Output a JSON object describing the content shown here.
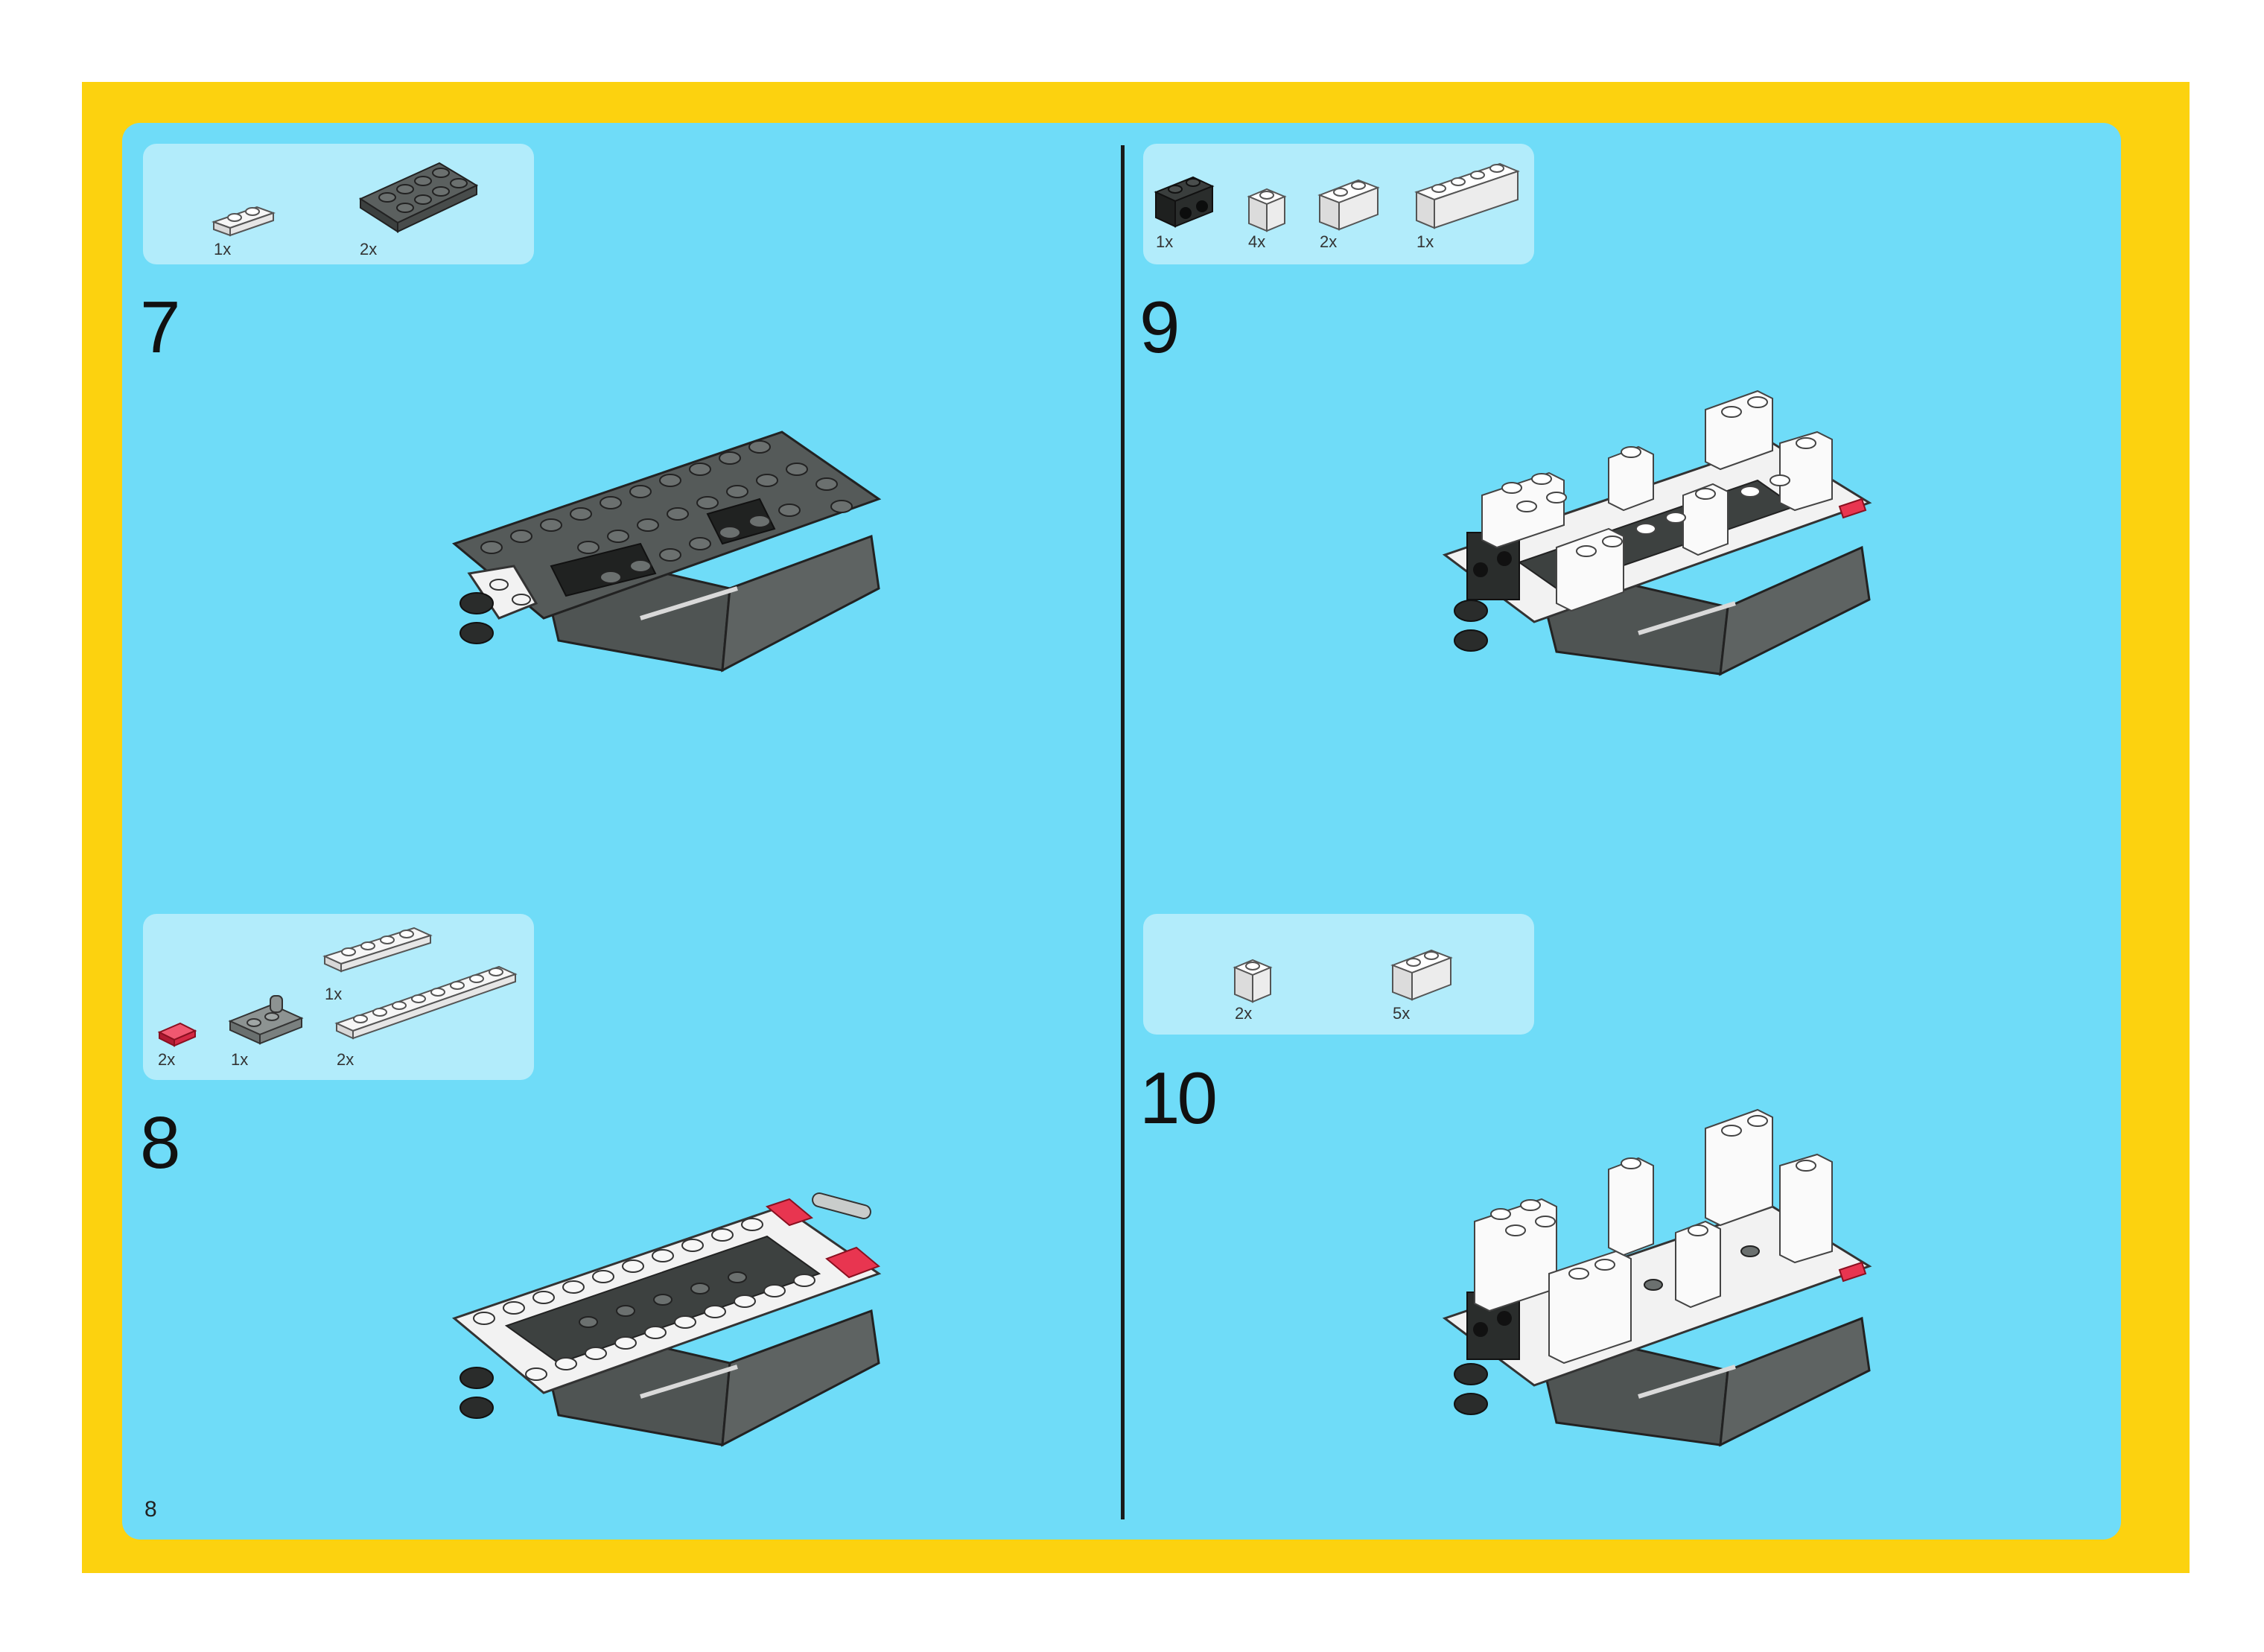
{
  "page_number": "8",
  "steps": [
    {
      "number": "7",
      "parts": [
        {
          "qty": "1x",
          "icon": "white-plate-1x2-icon"
        },
        {
          "qty": "2x",
          "icon": "dark-grey-plate-2x4-icon"
        }
      ]
    },
    {
      "number": "8",
      "parts": [
        {
          "qty": "1x",
          "icon": "white-plate-1x4-icon"
        },
        {
          "qty": "2x",
          "icon": "red-tile-1x1-icon"
        },
        {
          "qty": "1x",
          "icon": "grey-plate-clip-icon"
        },
        {
          "qty": "2x",
          "icon": "white-plate-1x8-icon"
        }
      ]
    },
    {
      "number": "9",
      "parts": [
        {
          "qty": "1x",
          "icon": "black-technic-brick-icon"
        },
        {
          "qty": "4x",
          "icon": "white-brick-1x1-icon"
        },
        {
          "qty": "2x",
          "icon": "white-brick-1x2-icon"
        },
        {
          "qty": "1x",
          "icon": "white-brick-1x4-icon"
        }
      ]
    },
    {
      "number": "10",
      "parts": [
        {
          "qty": "2x",
          "icon": "white-brick-1x1-icon"
        },
        {
          "qty": "5x",
          "icon": "white-brick-1x2-icon"
        }
      ]
    }
  ],
  "colors": {
    "frame": "#fcd20f",
    "panel": "#6fdcf8",
    "callout": "#b2ecfb",
    "dark_grey": "#4b4f4e",
    "white": "#f4f4f4",
    "red": "#e83550"
  }
}
